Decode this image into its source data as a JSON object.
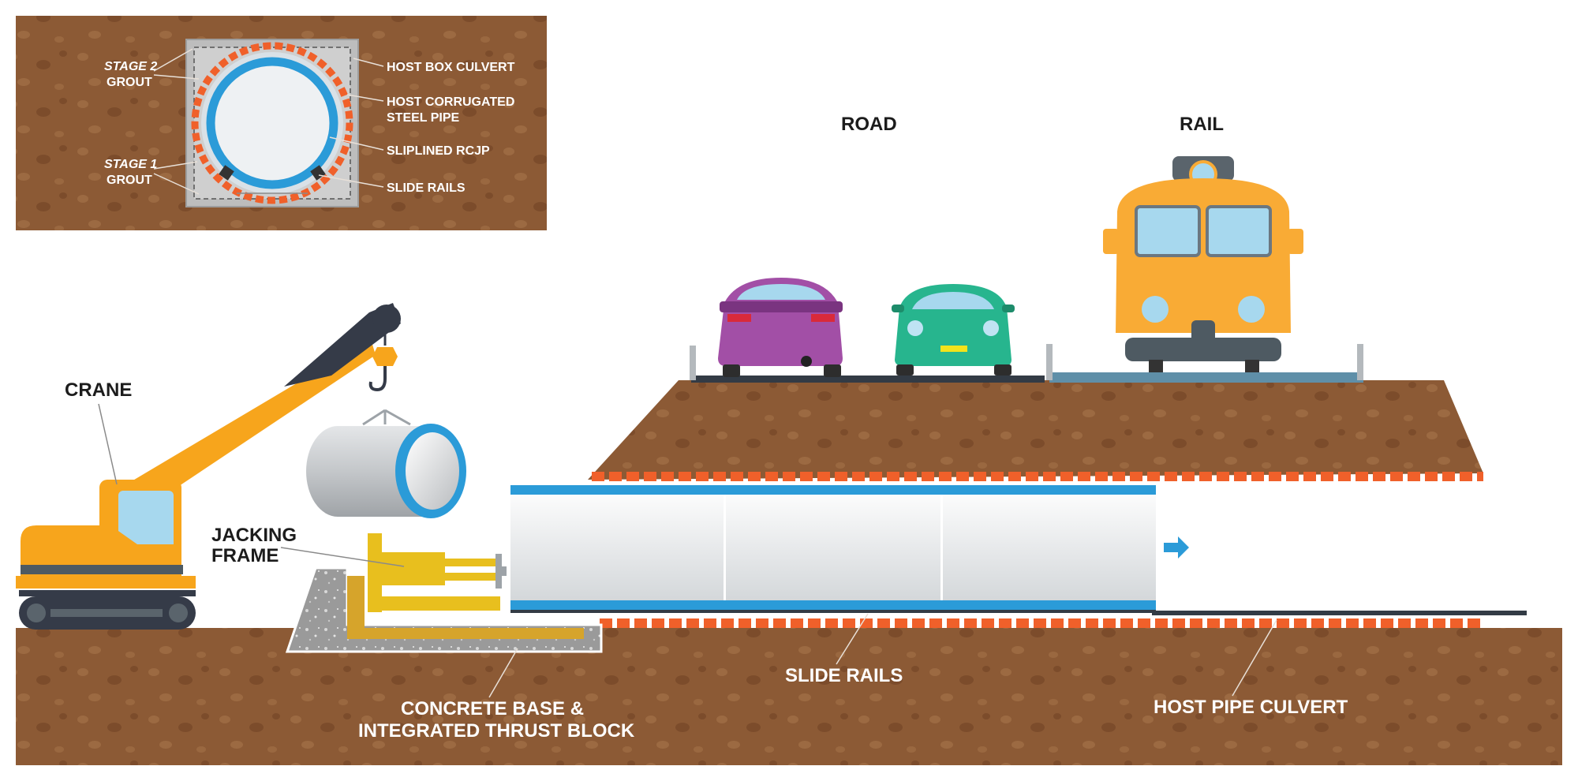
{
  "inset": {
    "stage2_label": [
      "STAGE 2",
      "GROUT"
    ],
    "stage1_label": [
      "STAGE 1",
      "GROUT"
    ],
    "host_box_culvert": "HOST BOX CULVERT",
    "host_corrugated": [
      "HOST CORRUGATED",
      "STEEL PIPE"
    ],
    "sliplined_rcjp": "SLIPLINED RCJP",
    "slide_rails": "SLIDE RAILS"
  },
  "labels": {
    "road": "ROAD",
    "rail": "RAIL",
    "crane": "CRANE",
    "jacking_frame": [
      "JACKING",
      "FRAME"
    ],
    "concrete_base": [
      "CONCRETE BASE &",
      "INTEGRATED THRUST BLOCK"
    ],
    "slide_rails": "SLIDE RAILS",
    "host_pipe_culvert": "HOST PIPE CULVERT"
  },
  "colors": {
    "soil": "#8c5a35",
    "soil_dark": "#7a4a2a",
    "corrugation": "#f0602a",
    "pipe_blue": "#2b9bd8",
    "crane_orange": "#f7a51c",
    "jack_yellow": "#e8bf1e",
    "car_purple": "#a24fa6",
    "car_green": "#27b58e",
    "train_orange": "#f9ab35"
  }
}
